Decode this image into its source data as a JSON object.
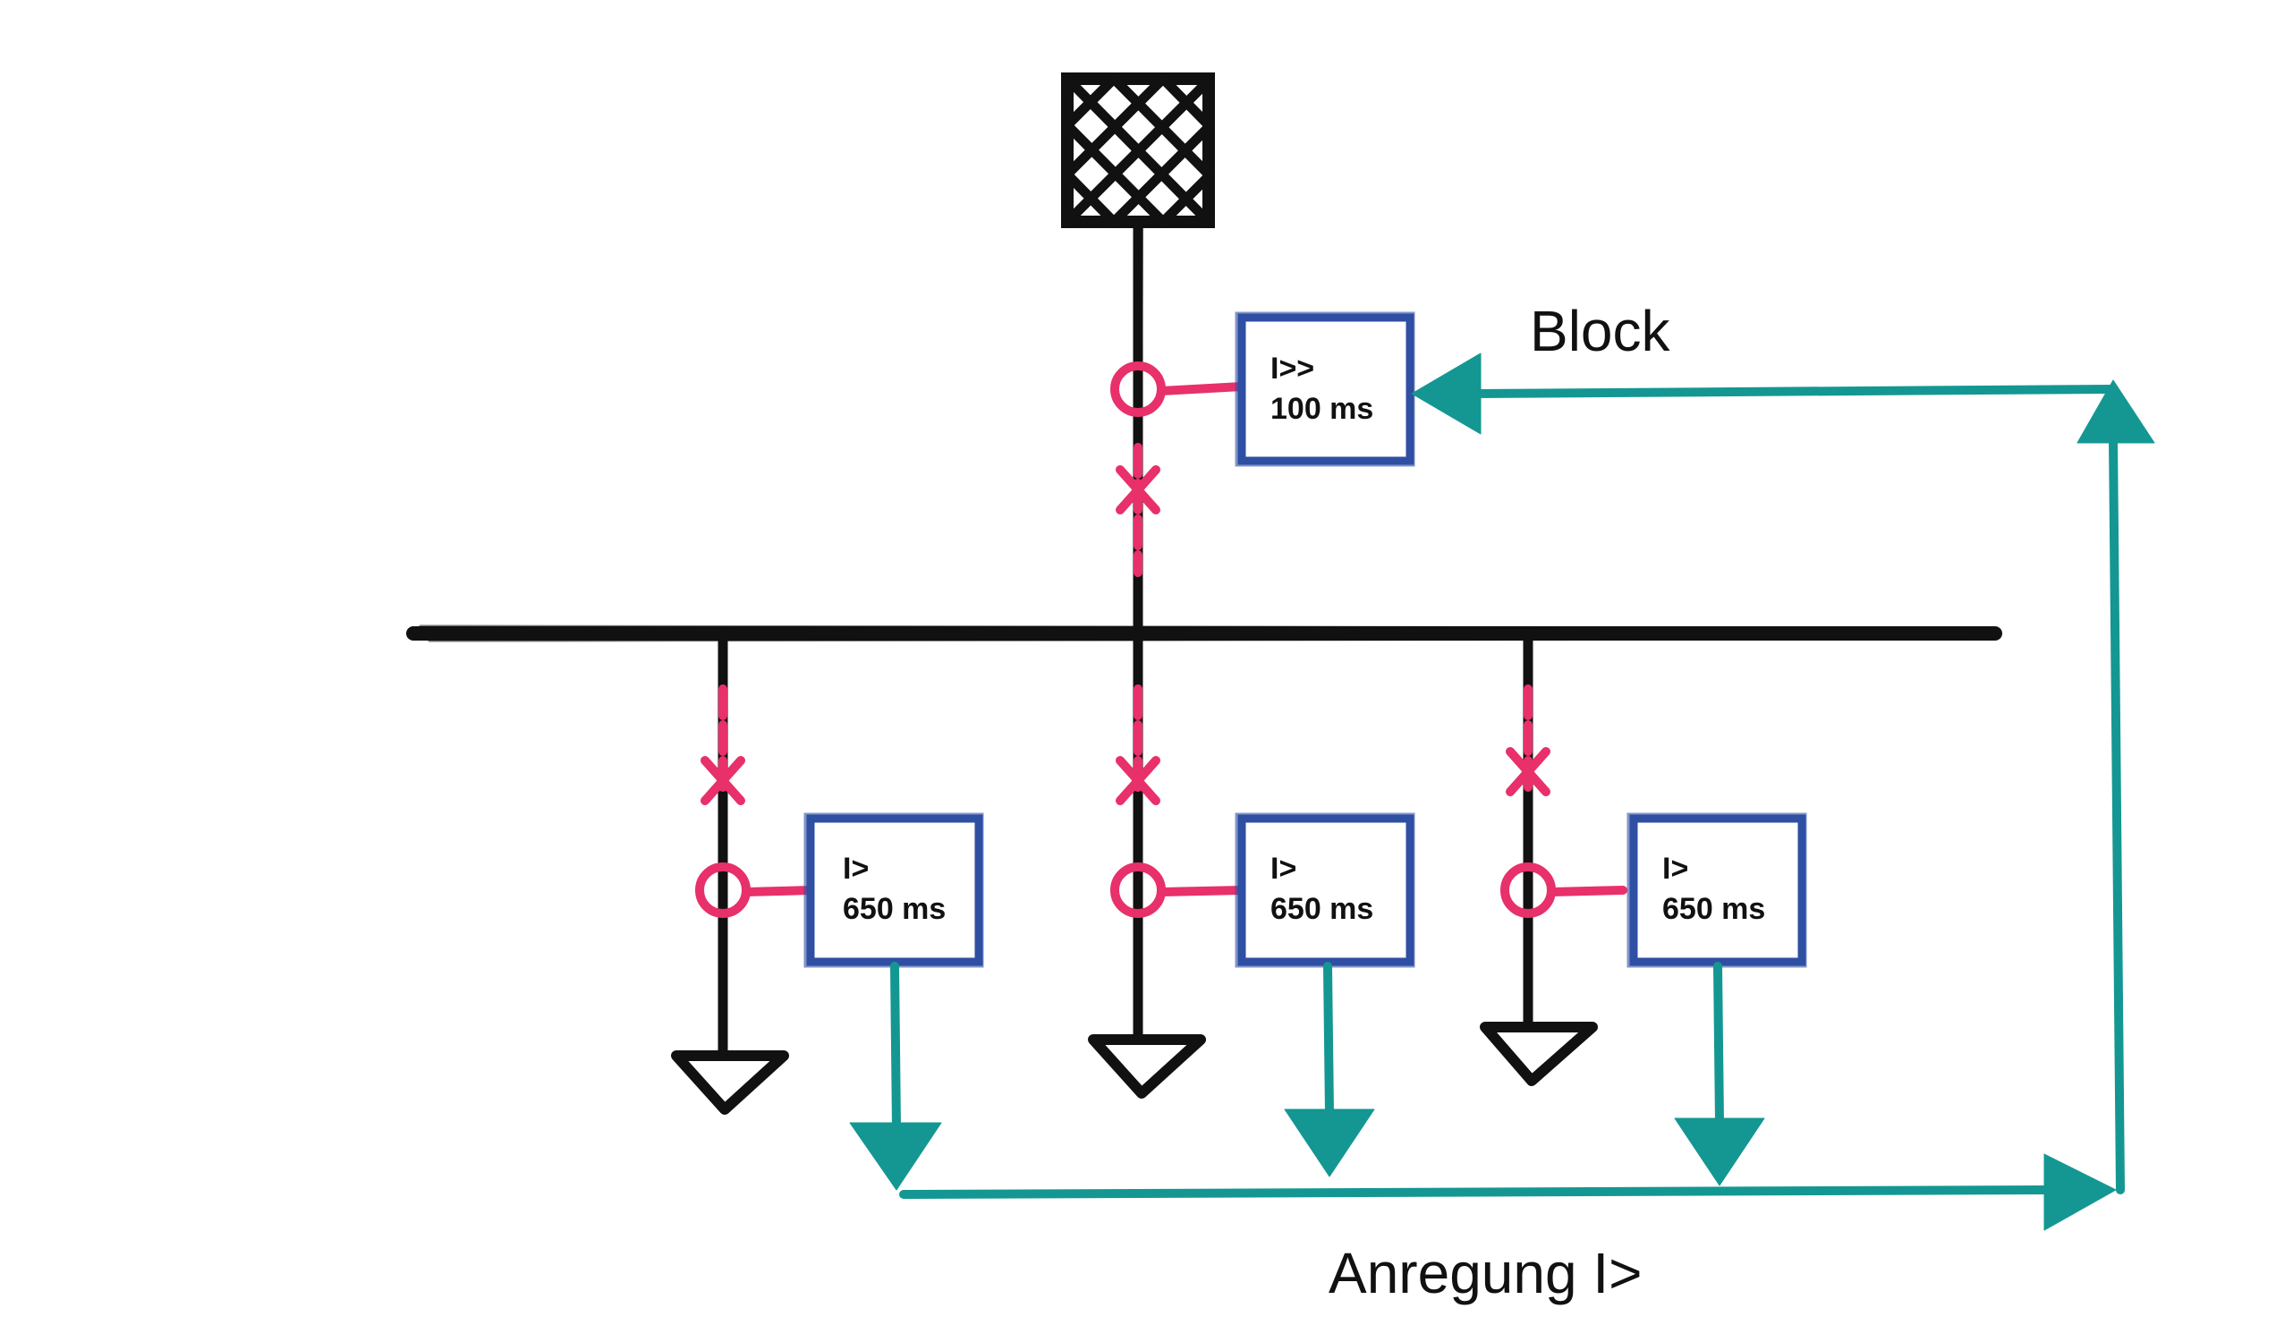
{
  "labels": {
    "block": "Block",
    "anregung": "Anregung I>"
  },
  "relays": {
    "incomer": {
      "line1": "I>>",
      "line2": "100 ms"
    },
    "feeder1": {
      "line1": "I>",
      "line2": "650 ms"
    },
    "feeder2": {
      "line1": "I>",
      "line2": "650 ms"
    },
    "feeder3": {
      "line1": "I>",
      "line2": "650 ms"
    }
  },
  "colors": {
    "line": "#111111",
    "breaker": "#e8306a",
    "relay_border": "#2f4fa3",
    "signal": "#149792"
  }
}
